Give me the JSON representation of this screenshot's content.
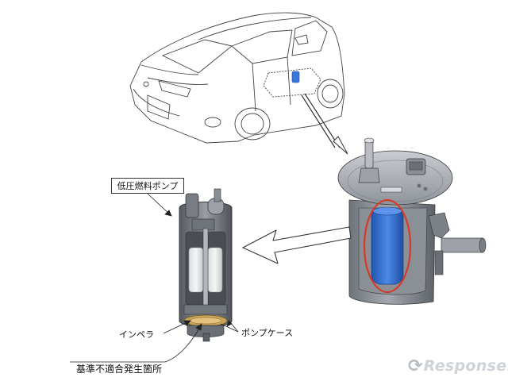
{
  "labels": {
    "low_pressure_fuel_pump": "低圧燃料ポンプ",
    "impeller": "インペラ",
    "pump_case": "ポンプケース",
    "nonconformity_location": "基準不適合発生箇所"
  },
  "logo": {
    "text": "Response."
  },
  "colors": {
    "line": "#3a3a3a",
    "metal_dark": "#7a7f87",
    "metal_light": "#c9ccd1",
    "pump_blue": "#2f6fd6",
    "highlight_red": "#d63a2a",
    "accent_blue": "#3a78d8"
  }
}
